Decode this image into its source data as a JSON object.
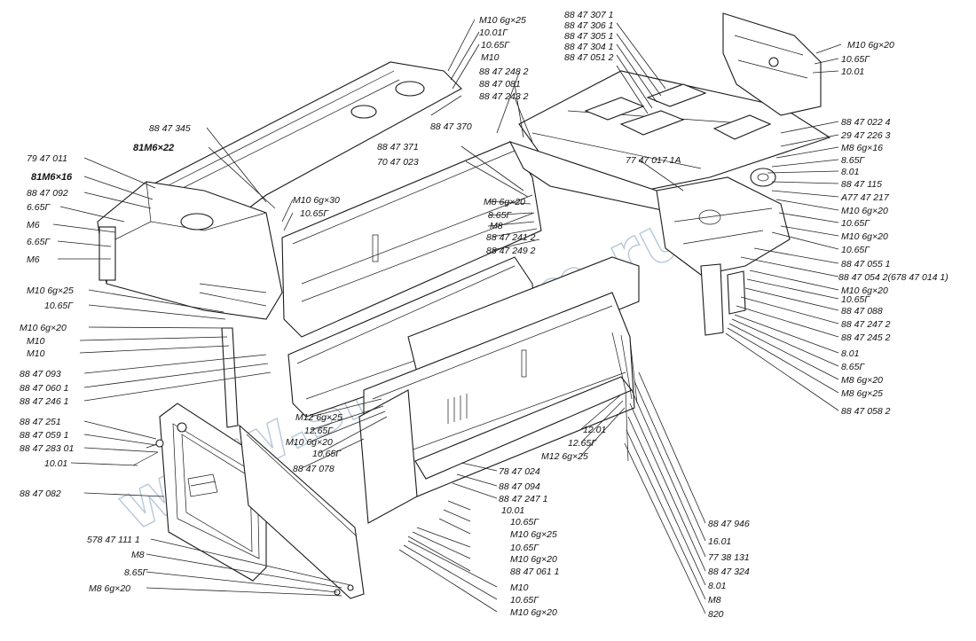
{
  "watermark": "www.smmrom.ru",
  "labels": {
    "l1": "М10 6g×25",
    "l2": "10.01Г",
    "l3": "10.65Г",
    "l4": "М10",
    "l5": "88 47 248 2",
    "l6": "88 47 081",
    "l7": "88 47 243 2",
    "l8": "88 47 370",
    "l9": "88 47 345",
    "l10": "81М6×22",
    "l11": "79 47 011",
    "l12": "81М6×16",
    "l13": "88 47 092",
    "l14": "6.65Г",
    "l15": "М6",
    "l16": "6.65Г",
    "l17": "М6",
    "l18": "М10 6g×25",
    "l19": "10.65Г",
    "l20": "М10 6g×20",
    "l21": "М10",
    "l22": "М10",
    "l23": "88 47 093",
    "l24": "88 47 060 1",
    "l25": "88 47 246 1",
    "l26": "88 47 251",
    "l27": "88 47 059 1",
    "l28": "88 47 283 01",
    "l29": "10.01",
    "l30": "88 47 082",
    "l31": "578 47 111 1",
    "l32": "М8",
    "l33": "8.65Г",
    "l34": "М8 6g×20",
    "l35": "М10 6g×30",
    "l36": "10.65Г",
    "l37": "88 47 371",
    "l38": "70 47 023",
    "l39": "М8 6g×20",
    "l40": "8.65Г",
    "l41": "М8",
    "l42": "88 47 241 2",
    "l43": "88 47 249 2",
    "l44": "М12 6g×25",
    "l45": "12.65Г",
    "l46": "М10 6g×20",
    "l47": "10.65Г",
    "l48": "88 47 078",
    "l49": "88 47 307 1",
    "l50": "88 47 306 1",
    "l51": "88 47 305 1",
    "l52": "88 47 304 1",
    "l53": "88 47 051 2",
    "l54": "77 47 017 1А",
    "l55": "М10 6g×20",
    "l56": "10.65Г",
    "l57": "10.01",
    "l58": "88 47 022 4",
    "l59": "29 47 226 3",
    "l60": "М8 6g×16",
    "l61": "8.65Г",
    "l62": "8.01",
    "l63": "88 47 115",
    "l64": "А77 47 217",
    "l65": "М10 6g×20",
    "l66": "10.65Г",
    "l67": "М10 6g×20",
    "l68": "10.65Г",
    "l69": "88 47 055 1",
    "l70": "88 47 054 2(678 47 014 1)",
    "l71": "М10 6g×20",
    "l72": "10.65Г",
    "l73": "88 47 088",
    "l74": "88 47 247 2",
    "l75": "88 47 245 2",
    "l76": "8.01",
    "l77": "8.65Г",
    "l78": "М8 6g×20",
    "l79": "М8 6g×25",
    "l80": "88 47 058 2",
    "l81": "12.01",
    "l82": "12.65Г",
    "l83": "М12 6g×25",
    "l84": "78 47 024",
    "l85": "88 47 094",
    "l86": "88 47 247 1",
    "l87": "10.01",
    "l88": "10.65Г",
    "l89": "М10 6g×25",
    "l90": "10.65Г",
    "l91": "М10 6g×20",
    "l92": "88 47 061 1",
    "l93": "М10",
    "l94": "10.65Г",
    "l95": "М10 6g×20",
    "l96": "88 47 946",
    "l97": "16.01",
    "l98": "77 38 131",
    "l99": "88 47 324",
    "l100": "8.01",
    "l101": "М8",
    "l102": "820"
  }
}
